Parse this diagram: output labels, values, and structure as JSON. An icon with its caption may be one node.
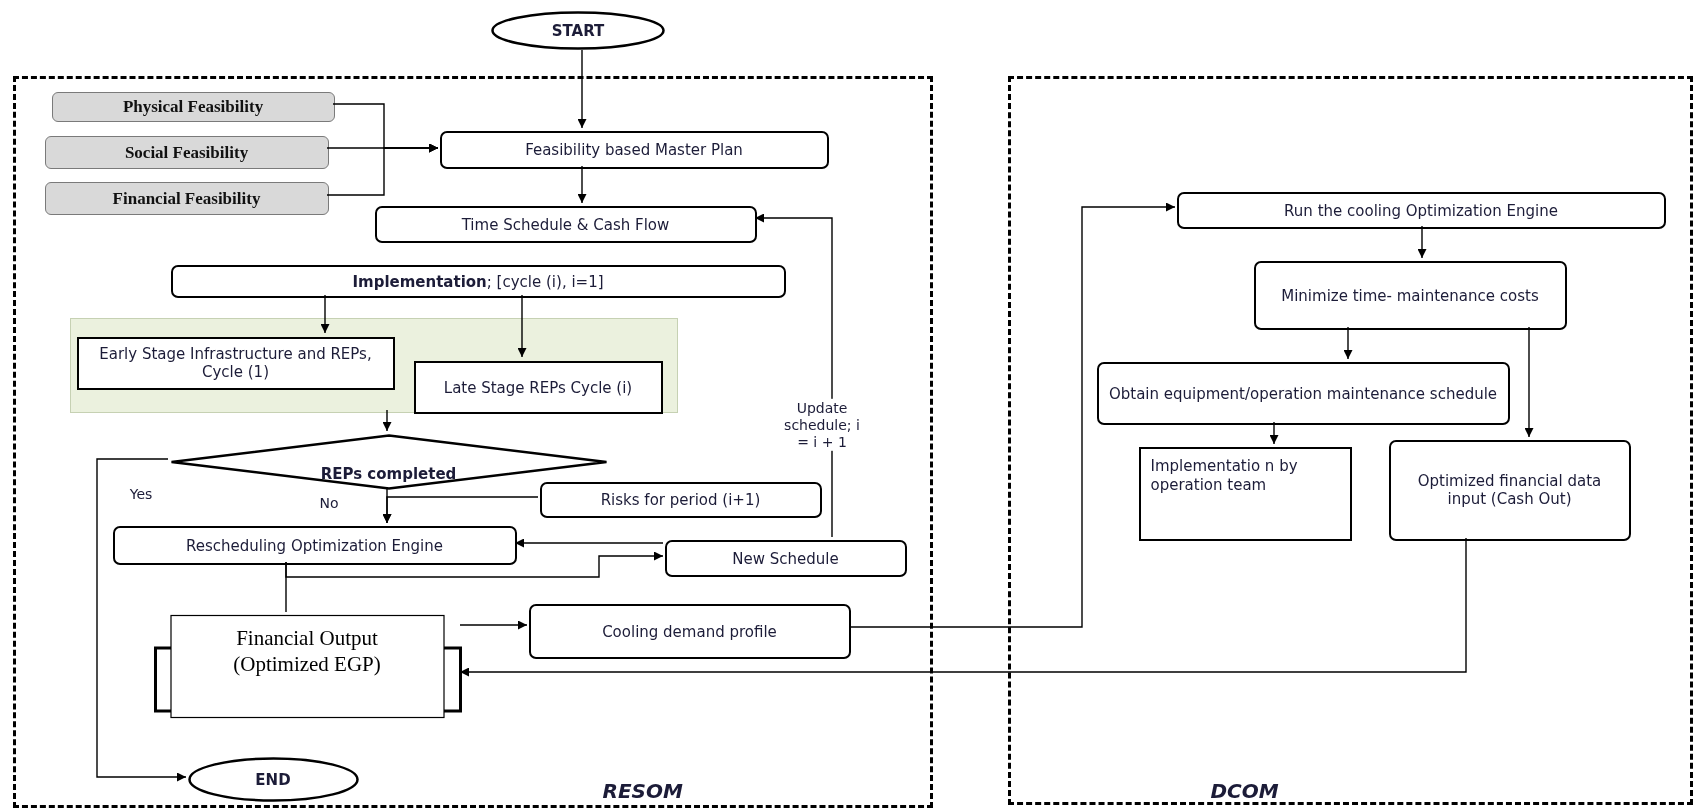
{
  "diagram": {
    "nodes": [
      {
        "text": [
          "RESOM"
        ]
      },
      {
        "text": [
          "DCOM"
        ]
      },
      {
        "text": [
          "START"
        ]
      },
      {
        "text": [
          "Physical Feasibility"
        ],
        "in": 0
      },
      {
        "text": [
          "Social Feasibility"
        ],
        "in": 0
      },
      {
        "text": [
          "Financial Feasibility"
        ],
        "in": 0
      },
      {
        "text": [
          "Feasibility based Master Plan"
        ],
        "in": 0
      },
      {
        "text": [
          "Time Schedule & Cash Flow"
        ],
        "in": 0
      },
      {
        "text": [
          "**Implementation**; [cycle (i), i=1]"
        ],
        "in": 0
      },
      {
        "text": [],
        "shape": "box",
        "in": 0
      },
      {
        "text": [
          "Early Stage Infrastructure and REPs, Cycle (1)"
        ],
        "in": 9
      },
      {
        "text": [
          "Late Stage REPs Cycle (i)"
        ],
        "in": 9
      },
      {
        "text": [
          "REPs completed"
        ],
        "in": 0
      },
      {
        "text": [
          "Risks for period (i+1)"
        ],
        "in": 0
      },
      {
        "text": [
          "Rescheduling Optimization Engine"
        ],
        "in": 0
      },
      {
        "text": [
          "New Schedule"
        ],
        "in": 0
      },
      {
        "text": [
          "Financial Output (Optimized EGP)"
        ],
        "in": 0
      },
      {
        "text": [
          "Cooling demand profile"
        ],
        "in": 0
      },
      {
        "text": [
          "END"
        ],
        "in": 0
      },
      {
        "text": [
          "Run the cooling Optimization Engine"
        ],
        "in": 1
      },
      {
        "text": [
          "Minimize time- maintenance costs"
        ],
        "in": 1
      },
      {
        "text": [
          "Obtain equipment/operation maintenance schedule"
        ],
        "in": 1
      },
      {
        "text": [
          "Implementatio n by operation team"
        ],
        "in": 1
      },
      {
        "text": [
          "Optimized financial data input (Cash Out)"
        ],
        "in": 1
      }
    ],
    "edges": [
      {
        "from": 2,
        "to": 6,
        "arrow": "to"
      },
      {
        "from": 3,
        "to": 6,
        "arrow": "to"
      },
      {
        "from": 4,
        "to": 6,
        "arrow": "to"
      },
      {
        "from": 5,
        "to": 6,
        "arrow": "to"
      },
      {
        "from": 6,
        "to": 7,
        "arrow": "to"
      },
      {
        "from": 8,
        "to": 10,
        "arrow": "to"
      },
      {
        "from": 8,
        "to": 11,
        "arrow": "to"
      },
      {
        "from": 9,
        "to": 12,
        "arrow": "to"
      },
      {
        "from": 12,
        "to": 14,
        "arrow": "to",
        "label": "No"
      },
      {
        "from": 13,
        "to": 14,
        "arrow": "to"
      },
      {
        "from": 12,
        "to": 18,
        "arrow": "to",
        "label": "Yes"
      },
      {
        "from": 15,
        "to": 14,
        "arrow": "to"
      },
      {
        "from": 14,
        "to": 15,
        "arrow": "to"
      },
      {
        "from": 14,
        "to": 16,
        "arrow": "none"
      },
      {
        "from": 15,
        "to": 7,
        "arrow": "to",
        "label": "Update schedule; i = i + 1"
      },
      {
        "from": 16,
        "to": 17,
        "arrow": "to"
      },
      {
        "from": 17,
        "to": 19,
        "arrow": "to"
      },
      {
        "from": 19,
        "to": 20,
        "arrow": "to"
      },
      {
        "from": 20,
        "to": 21,
        "arrow": "to"
      },
      {
        "from": 20,
        "to": 23,
        "arrow": "to"
      },
      {
        "from": 21,
        "to": 22,
        "arrow": "to"
      },
      {
        "from": 23,
        "to": 16,
        "arrow": "to"
      }
    ]
  }
}
